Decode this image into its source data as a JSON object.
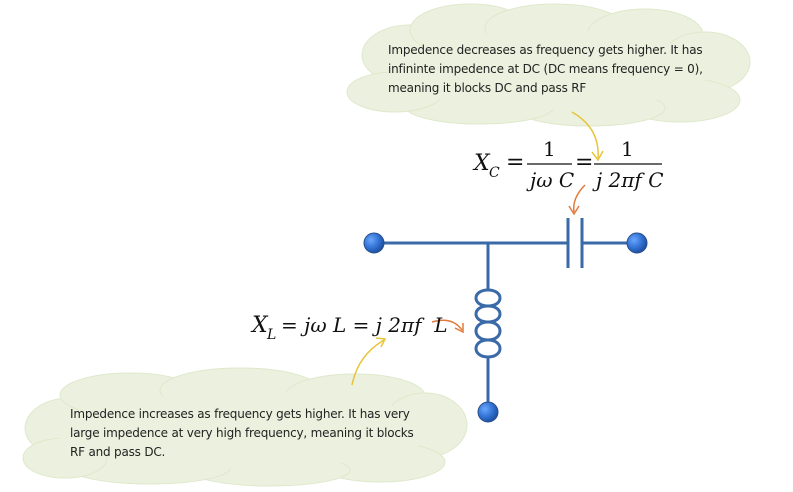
{
  "capacitor_note": {
    "lines": [
      "Impedence decreases as frequency gets higher. It has",
      "infininte impedence at DC (DC means frequency = 0),",
      "meaning it blocks DC and pass RF"
    ]
  },
  "inductor_note": {
    "lines": [
      "Impedence increases as frequency gets higher. It has very",
      "large impedence at very high frequency, meaning it blocks",
      "RF and pass DC."
    ]
  },
  "capacitor_formula": {
    "lhs_symbol": "X",
    "lhs_subscript": "C",
    "equals": "=",
    "numerator_1": "1",
    "denominator_1": "jω C",
    "numerator_2": "1",
    "denominator_2": "j 2πf C"
  },
  "inductor_formula": {
    "lhs_symbol": "X",
    "lhs_subscript": "L",
    "rhs": "= jω L = j 2πf  L"
  },
  "colors": {
    "wire": "#3a6aa8",
    "terminal_fill": "#2f6fd0",
    "terminal_stroke": "#2a4f8a",
    "cloud_fill": "#ebf1de",
    "cloud_stroke": "#dfe8cc",
    "arrow_capacitor": "#e8c43a",
    "arrow_inductor": "#e07a3a"
  }
}
